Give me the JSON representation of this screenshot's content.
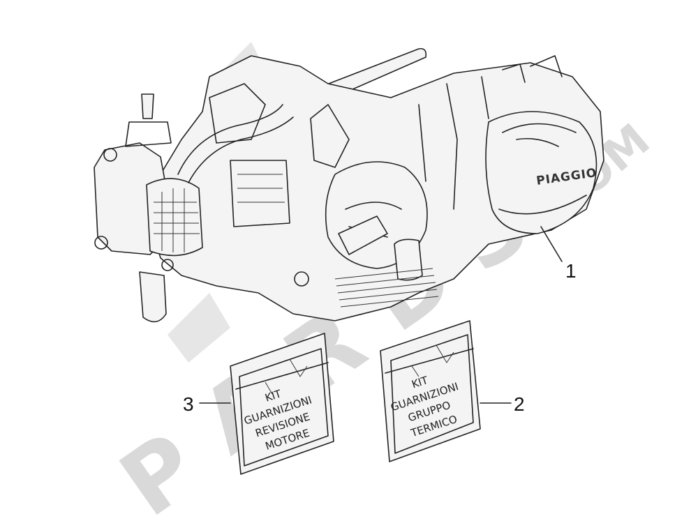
{
  "diagram": {
    "brand_label": "PIAGGIO",
    "watermark": {
      "letters": [
        "P",
        "A",
        "R",
        "D",
        "S"
      ],
      "domain": ".COM"
    },
    "callouts": [
      {
        "number": "1",
        "target": "engine-assembly"
      },
      {
        "number": "2",
        "target": "gasket-kit-thermal-group"
      },
      {
        "number": "3",
        "target": "gasket-kit-engine-overhaul"
      }
    ],
    "kits": [
      {
        "id": "kit-2",
        "lines": [
          "KIT",
          "GUARNIZIONI",
          "GRUPPO",
          "TERMICO"
        ]
      },
      {
        "id": "kit-3",
        "lines": [
          "KIT",
          "GUARNIZIONI",
          "REVISIONE",
          "MOTORE"
        ]
      }
    ],
    "colors": {
      "line": "#222222",
      "watermark": "#d9d9d9",
      "background": "#ffffff"
    }
  }
}
